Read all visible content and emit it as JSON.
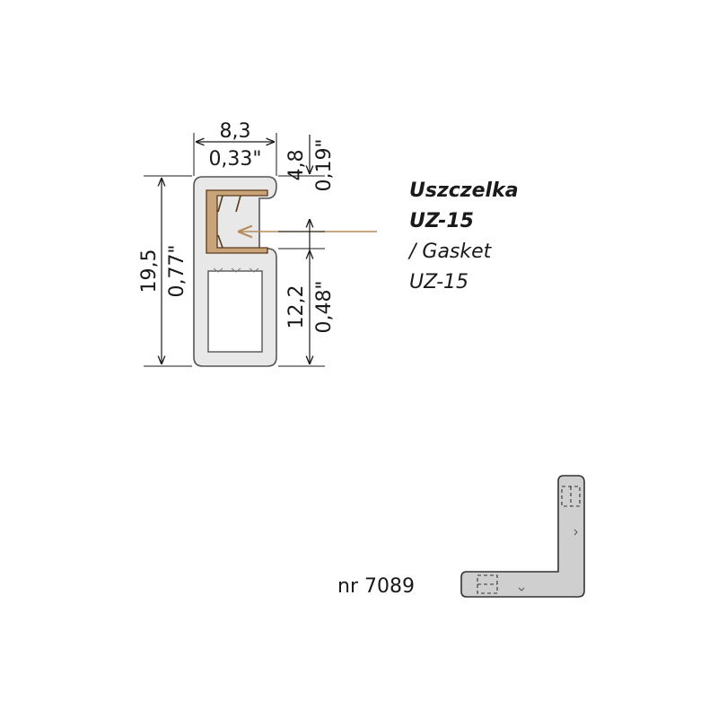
{
  "dimensions": {
    "width_mm": "8,3",
    "width_in": "0,33\"",
    "height_mm": "19,5",
    "height_in": "0,77\"",
    "top_mm": "4,8",
    "top_in": "0,19\"",
    "bottom_mm": "12,2",
    "bottom_in": "0,48\""
  },
  "label": {
    "line1": "Uszczelka",
    "line2": "UZ-15",
    "line3": "/ Gasket",
    "line4": "UZ-15"
  },
  "part_number": "nr 7089",
  "colors": {
    "profile_fill": "#e8e8e8",
    "profile_stroke": "#555555",
    "gasket_fill": "#c9a47a",
    "arrow": "#b58a5e",
    "corner_fill": "#cfcfcf"
  }
}
